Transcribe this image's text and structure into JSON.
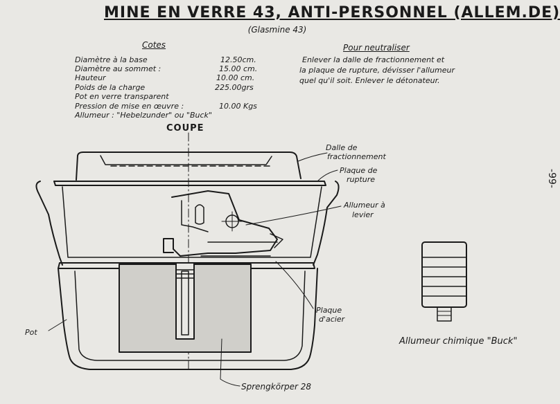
{
  "header": {
    "title": "MINE EN VERRE 43, ANTI-PERSONNEL (ALLEM.DE)",
    "subtitle": "(Glasmine 43)"
  },
  "specs": {
    "heading": "Cotes",
    "rows": [
      {
        "label": "Diamètre à la base",
        "value": "12.50cm."
      },
      {
        "label": "Diamètre au sommet :",
        "value": "15.00 cm."
      },
      {
        "label": "Hauteur",
        "value": "10.00 cm."
      },
      {
        "label": "Poids de la charge",
        "value": "225.00grs"
      },
      {
        "label": "Pot en verre transparent",
        "value": ""
      },
      {
        "label": "Pression de mise en œuvre :",
        "value": "10.00 Kgs"
      },
      {
        "label": "Allumeur : \"Hebelzunder\" ou \"Buck\"",
        "value": ""
      }
    ]
  },
  "neutralize": {
    "heading": "Pour neutraliser",
    "lines": [
      "Enlever la dalle de fractionnement et",
      "la plaque de rupture, dévisser l'allumeur",
      "quel qu'il soit. Enlever le détonateur."
    ]
  },
  "diagram": {
    "section_label": "COUPE",
    "labels": {
      "dalle": [
        "Dalle de",
        "fractionnement"
      ],
      "plaque_rupture": [
        "Plaque de",
        "rupture"
      ],
      "allumeur_levier": [
        "Allumeur à",
        "levier"
      ],
      "plaque_acier": [
        "Plaque",
        "d'acier"
      ],
      "pot": "Pot",
      "sprengkorper": "Sprengkörper 28",
      "buck": "Allumeur chimique \"Buck\""
    }
  },
  "page_number": "-99-",
  "colors": {
    "ink": "#1a1a1a",
    "paper": "#e9e8e4",
    "charge": "#d0cfca"
  }
}
